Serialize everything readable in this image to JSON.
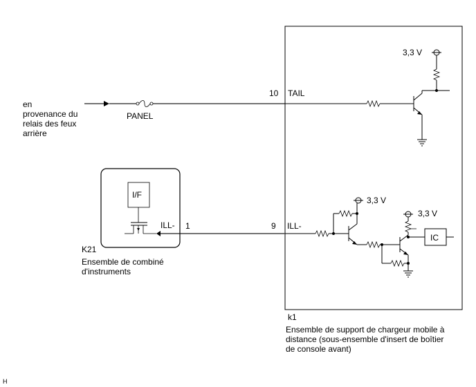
{
  "source": {
    "lines": [
      "en",
      "provenance du",
      "relais des feux",
      "arrière"
    ]
  },
  "fuse": {
    "label": "PANEL"
  },
  "k1": {
    "code": "k1",
    "description_lines": [
      "Ensemble de support de chargeur mobile à",
      "distance (sous-ensemble d'insert de boîtier",
      "de console avant)"
    ],
    "pins": [
      {
        "number": "10",
        "name": "TAIL"
      },
      {
        "number": "9",
        "name": "ILL-"
      }
    ],
    "supplies": [
      "3,3 V",
      "3,3 V",
      "3,3 V"
    ],
    "ic_label": "IC"
  },
  "k21": {
    "code": "K21",
    "description_lines": [
      "Ensemble de combiné",
      "d'instruments"
    ],
    "pin": {
      "number": "1",
      "name": "ILL-"
    },
    "interface_label": "I/F"
  },
  "corner_mark": "H"
}
